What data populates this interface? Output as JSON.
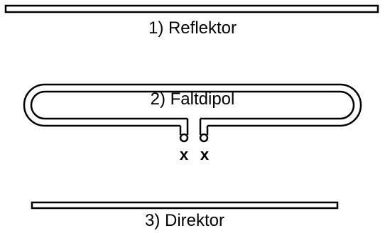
{
  "labels": {
    "reflector": "1) Reflektor",
    "folded_dipole": "2) Faltdipol",
    "director": "3) Direktor"
  },
  "terminals": {
    "left": "x",
    "right": "x"
  },
  "colors": {
    "stroke": "#000000",
    "element_fill": "#ffffff",
    "background": "#ffffff"
  }
}
